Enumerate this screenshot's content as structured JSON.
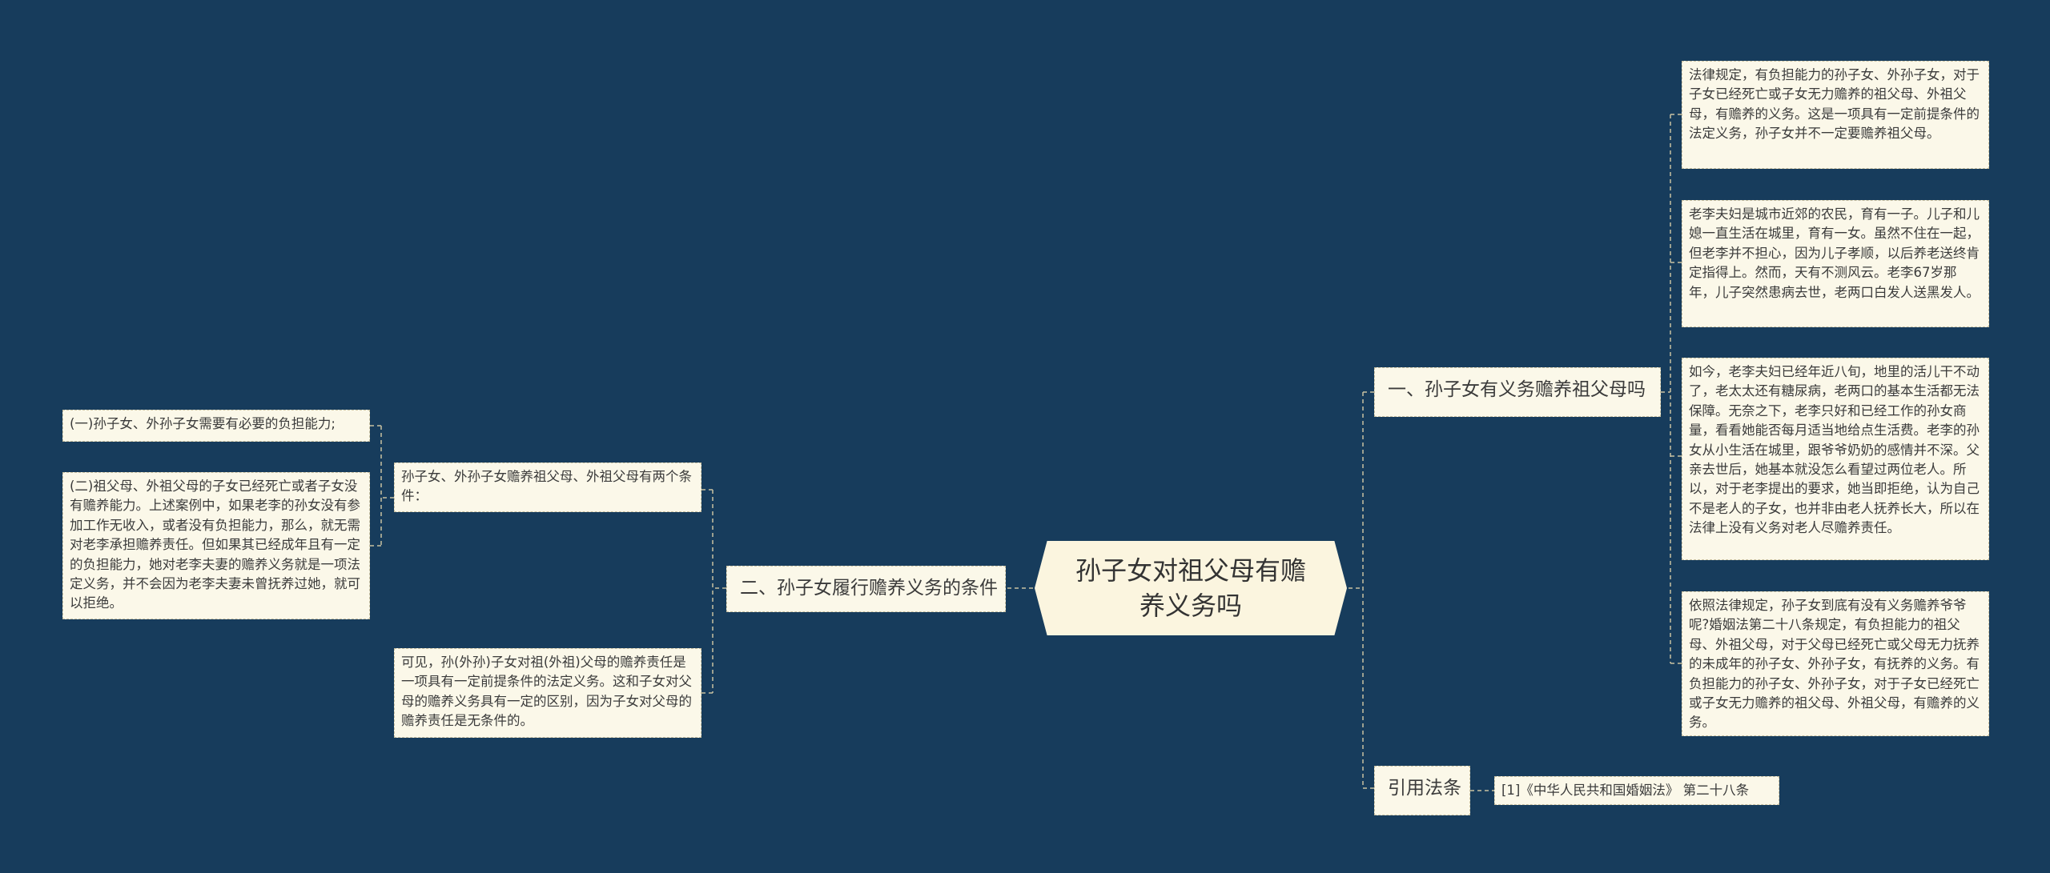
{
  "root": {
    "title": "孙子女对祖父母有赡养义务吗"
  },
  "branches": [
    {
      "label": "一、孙子女有义务赡养祖父母吗",
      "children": [
        "法律规定，有负担能力的孙子女、外孙子女，对于子女已经死亡或子女无力赡养的祖父母、外祖父母，有赡养的义务。这是一项具有一定前提条件的法定义务，孙子女并不一定要赡养祖父母。",
        "老李夫妇是城市近郊的农民，育有一子。儿子和儿媳一直生活在城里，育有一女。虽然不住在一起，但老李并不担心，因为儿子孝顺，以后养老送终肯定指得上。然而，天有不测风云。老李67岁那年，儿子突然患病去世，老两口白发人送黑发人。",
        "如今，老李夫妇已经年近八旬，地里的活儿干不动了，老太太还有糖尿病，老两口的基本生活都无法保障。无奈之下，老李只好和已经工作的孙女商量，看看她能否每月适当地给点生活费。老李的孙女从小生活在城里，跟爷爷奶奶的感情并不深。父亲去世后，她基本就没怎么看望过两位老人。所以，对于老李提出的要求，她当即拒绝，认为自己不是老人的子女，也并非由老人抚养长大，所以在法律上没有义务对老人尽赡养责任。",
        "依照法律规定，孙子女到底有没有义务赡养爷爷呢?婚姻法第二十八条规定，有负担能力的祖父母、外祖父母，对于父母已经死亡或父母无力抚养的未成年的孙子女、外孙子女，有抚养的义务。有负担能力的孙子女、外孙子女，对于子女已经死亡或子女无力赡养的祖父母、外祖父母，有赡养的义务。"
      ]
    },
    {
      "label": "引用法条",
      "children": [
        "[1]《中华人民共和国婚姻法》 第二十八条"
      ]
    },
    {
      "label": "二、孙子女履行赡养义务的条件",
      "children": [
        "孙子女、外孙子女赡养祖父母、外祖父母有两个条件：",
        "可见，孙(外孙)子女对祖(外祖)父母的赡养责任是一项具有一定前提条件的法定义务。这和子女对父母的赡养义务具有一定的区别，因为子女对父母的赡养责任是无条件的。"
      ],
      "sub_children": [
        "(一)孙子女、外孙子女需要有必要的负担能力;",
        "(二)祖父母、外祖父母的子女已经死亡或者子女没有赡养能力。上述案例中，如果老李的孙女没有参加工作无收入，或者没有负担能力，那么，就无需对老李承担赡养责任。但如果其已经成年且有一定的负担能力，她对老李夫妻的赡养义务就是一项法定义务，并不会因为老李夫妻未曾抚养过她，就可以拒绝。"
      ]
    }
  ]
}
